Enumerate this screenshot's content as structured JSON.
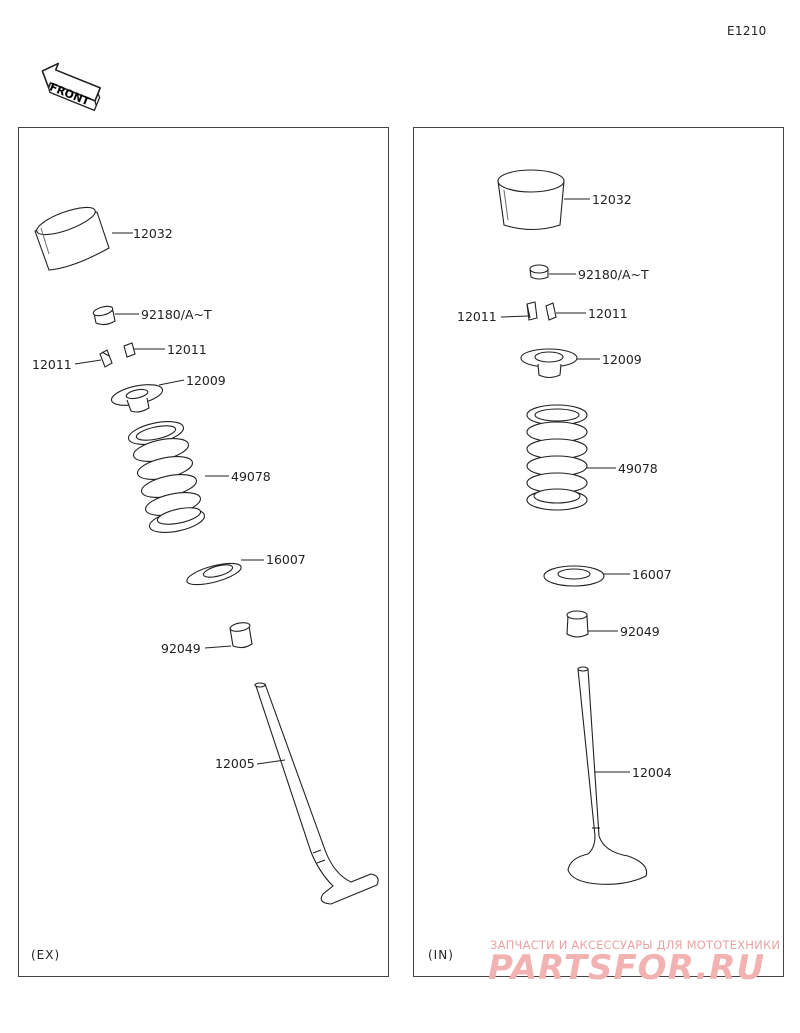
{
  "diagram_code": "E1210",
  "front_label": "FRONT",
  "panels": {
    "ex": {
      "corner": "(EX)",
      "parts": {
        "tappet": "12032",
        "shim": "92180/A~T",
        "cotter_left": "12011",
        "cotter_right": "12011",
        "retainer": "12009",
        "spring": "49078",
        "spring_seat": "16007",
        "stem_seal": "92049",
        "valve": "12005"
      }
    },
    "in": {
      "corner": "(IN)",
      "parts": {
        "tappet": "12032",
        "shim": "92180/A~T",
        "cotter_left": "12011",
        "cotter_right": "12011",
        "retainer": "12009",
        "spring": "49078",
        "spring_seat": "16007",
        "stem_seal": "92049",
        "valve": "12004"
      }
    }
  },
  "watermark": {
    "line1": "ЗАПЧАСТИ И АКСЕССУАРЫ ДЛЯ МОТОТЕХНИКИ",
    "line2": "PARTSFOR.RU"
  }
}
